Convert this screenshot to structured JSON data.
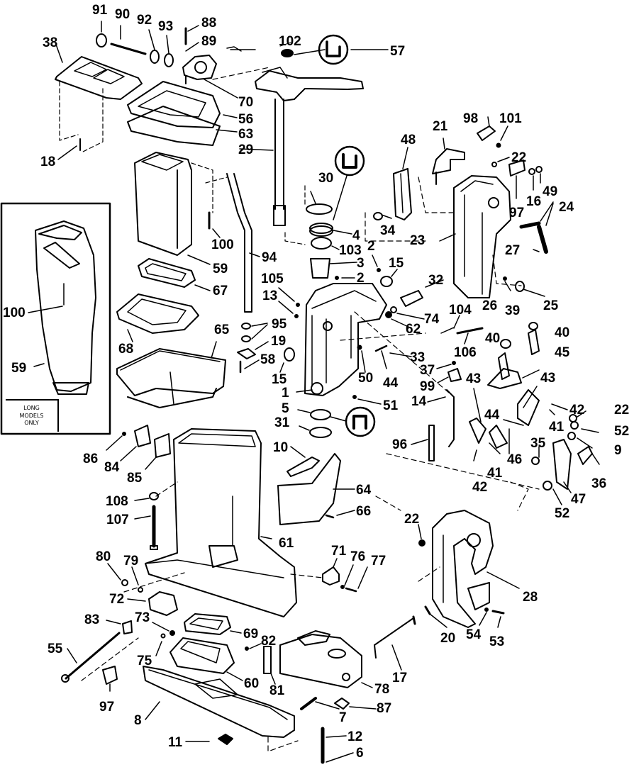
{
  "diagram": {
    "type": "exploded parts diagram",
    "subject": "outboard motor midsection / swivel & stern bracket assembly",
    "inset": {
      "note_lines": [
        "LONG",
        "MODELS",
        "ONLY"
      ],
      "labels": [
        "100",
        "59"
      ]
    },
    "callouts": {
      "c91": "91",
      "c90": "90",
      "c92": "92",
      "c93": "93",
      "c88": "88",
      "c89": "89",
      "c102": "102",
      "c57": "57",
      "c38": "38",
      "c70": "70",
      "c56": "56",
      "c63": "63",
      "c29": "29",
      "c18": "18",
      "c48": "48",
      "c21": "21",
      "c98": "98",
      "c101": "101",
      "c22a": "22",
      "c49": "49",
      "c16": "16",
      "c97a": "97",
      "c24": "24",
      "c30": "30",
      "c4": "4",
      "c103": "103",
      "c3": "3",
      "c2a": "2",
      "c2b": "2",
      "c15a": "15",
      "c32": "32",
      "c34": "34",
      "c23": "23",
      "c27": "27",
      "c100": "100",
      "c94": "94",
      "c59": "59",
      "c67": "67",
      "c105": "105",
      "c13": "13",
      "c95": "95",
      "c19": "19",
      "c58": "58",
      "c15b": "15",
      "c68": "68",
      "c65": "65",
      "c1": "1",
      "c5": "5",
      "c31": "31",
      "c50": "50",
      "c51": "51",
      "c44a": "44",
      "c33": "33",
      "c74": "74",
      "c62": "62",
      "c104": "104",
      "c26": "26",
      "c25": "25",
      "c39": "39",
      "c40a": "40",
      "c40b": "40",
      "c106": "106",
      "c45": "45",
      "c37": "37",
      "c99": "99",
      "c43a": "43",
      "c43b": "43",
      "c14": "14",
      "c42a": "42",
      "c44b": "44",
      "c41a": "41",
      "c22b": "22",
      "c52a": "52",
      "c96": "96",
      "c46": "46",
      "c35": "35",
      "c9": "9",
      "c36": "36",
      "c41b": "41",
      "c42b": "42",
      "c47": "47",
      "c52b": "52",
      "c86": "86",
      "c84": "84",
      "c85": "85",
      "c10": "10",
      "c64": "64",
      "c108": "108",
      "c107": "107",
      "c66": "66",
      "c22c": "22",
      "c61": "61",
      "c80": "80",
      "c79": "79",
      "c71": "71",
      "c76": "76",
      "c77": "77",
      "c72": "72",
      "c28": "28",
      "c83": "83",
      "c73": "73",
      "c69": "69",
      "c82": "82",
      "c20": "20",
      "c54": "54",
      "c53": "53",
      "c55": "55",
      "c75": "75",
      "c60": "60",
      "c81": "81",
      "c17": "17",
      "c97b": "97",
      "c78": "78",
      "c8": "8",
      "c87": "87",
      "c7": "7",
      "c11": "11",
      "c12": "12",
      "c6": "6"
    },
    "symbols": [
      "lubricant-symbol-57",
      "lubricant-symbol-30",
      "sealer-symbol-5"
    ]
  }
}
